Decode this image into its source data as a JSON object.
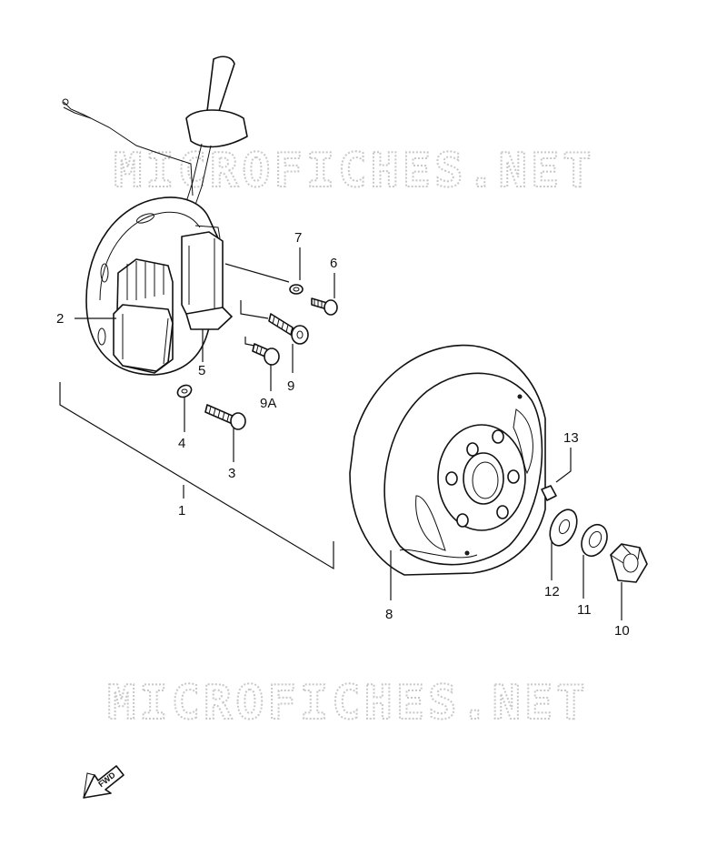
{
  "watermark": {
    "top": "MICROFICHES.NET",
    "bottom": "MICROFICHES.NET"
  },
  "callouts": {
    "c1": "1",
    "c2": "2",
    "c3": "3",
    "c4": "4",
    "c5": "5",
    "c6": "6",
    "c7": "7",
    "c8": "8",
    "c9": "9",
    "c9a": "9A",
    "c10": "10",
    "c11": "11",
    "c12": "12",
    "c13": "13"
  },
  "fwd_badge": "FWD"
}
